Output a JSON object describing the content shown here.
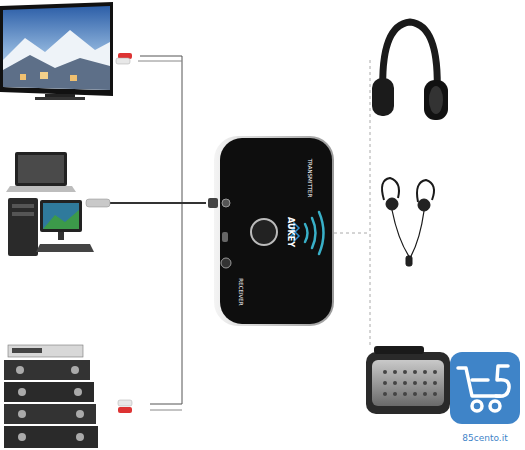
{
  "diagram": {
    "labels": [
      "TRANSMITTER",
      "AUKEY",
      "RECEIVER",
      "85cento.it"
    ]
  }
}
